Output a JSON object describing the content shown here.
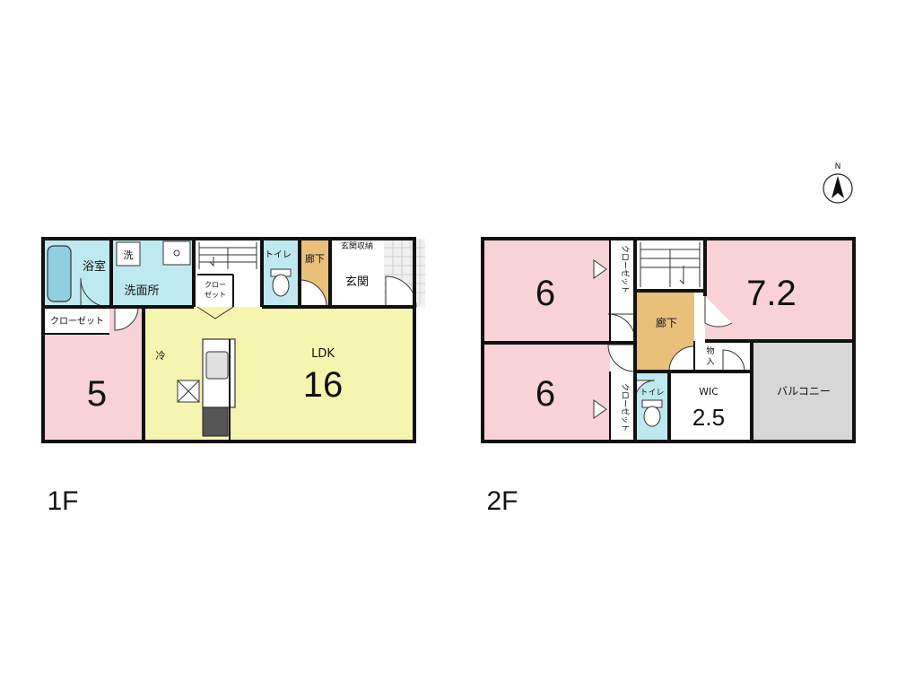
{
  "colors": {
    "bedroom": "#f7d3d8",
    "ldk": "#f5f5b0",
    "wet": "#bfe9f0",
    "hall": "#e8c07a",
    "balcony": "#d7d7d7",
    "wall": "#111111",
    "white": "#ffffff"
  },
  "compass": {
    "label": "N"
  },
  "floor1": {
    "caption": "1F",
    "bath": "浴室",
    "washer": "洗",
    "washroom": "洗面所",
    "closet_small": [
      "クロー",
      "ゼット"
    ],
    "toilet": "トイレ",
    "hallway": "廊下",
    "entry_storage": "玄関収納",
    "entrance": "玄関",
    "closet": "クローゼット",
    "fridge": "冷",
    "bedroom_size": "5",
    "ldk_label": "LDK",
    "ldk_size": "16"
  },
  "floor2": {
    "caption": "2F",
    "room_a_size": "6",
    "closet_a": "クローゼット",
    "room_b_size": "7.2",
    "hallway": "廊下",
    "storage": [
      "物",
      "入"
    ],
    "room_c_size": "6",
    "closet_c": "クローゼット",
    "toilet": "トイレ",
    "wic_label": "WIC",
    "wic_size": "2.5",
    "balcony": "バルコニー"
  }
}
